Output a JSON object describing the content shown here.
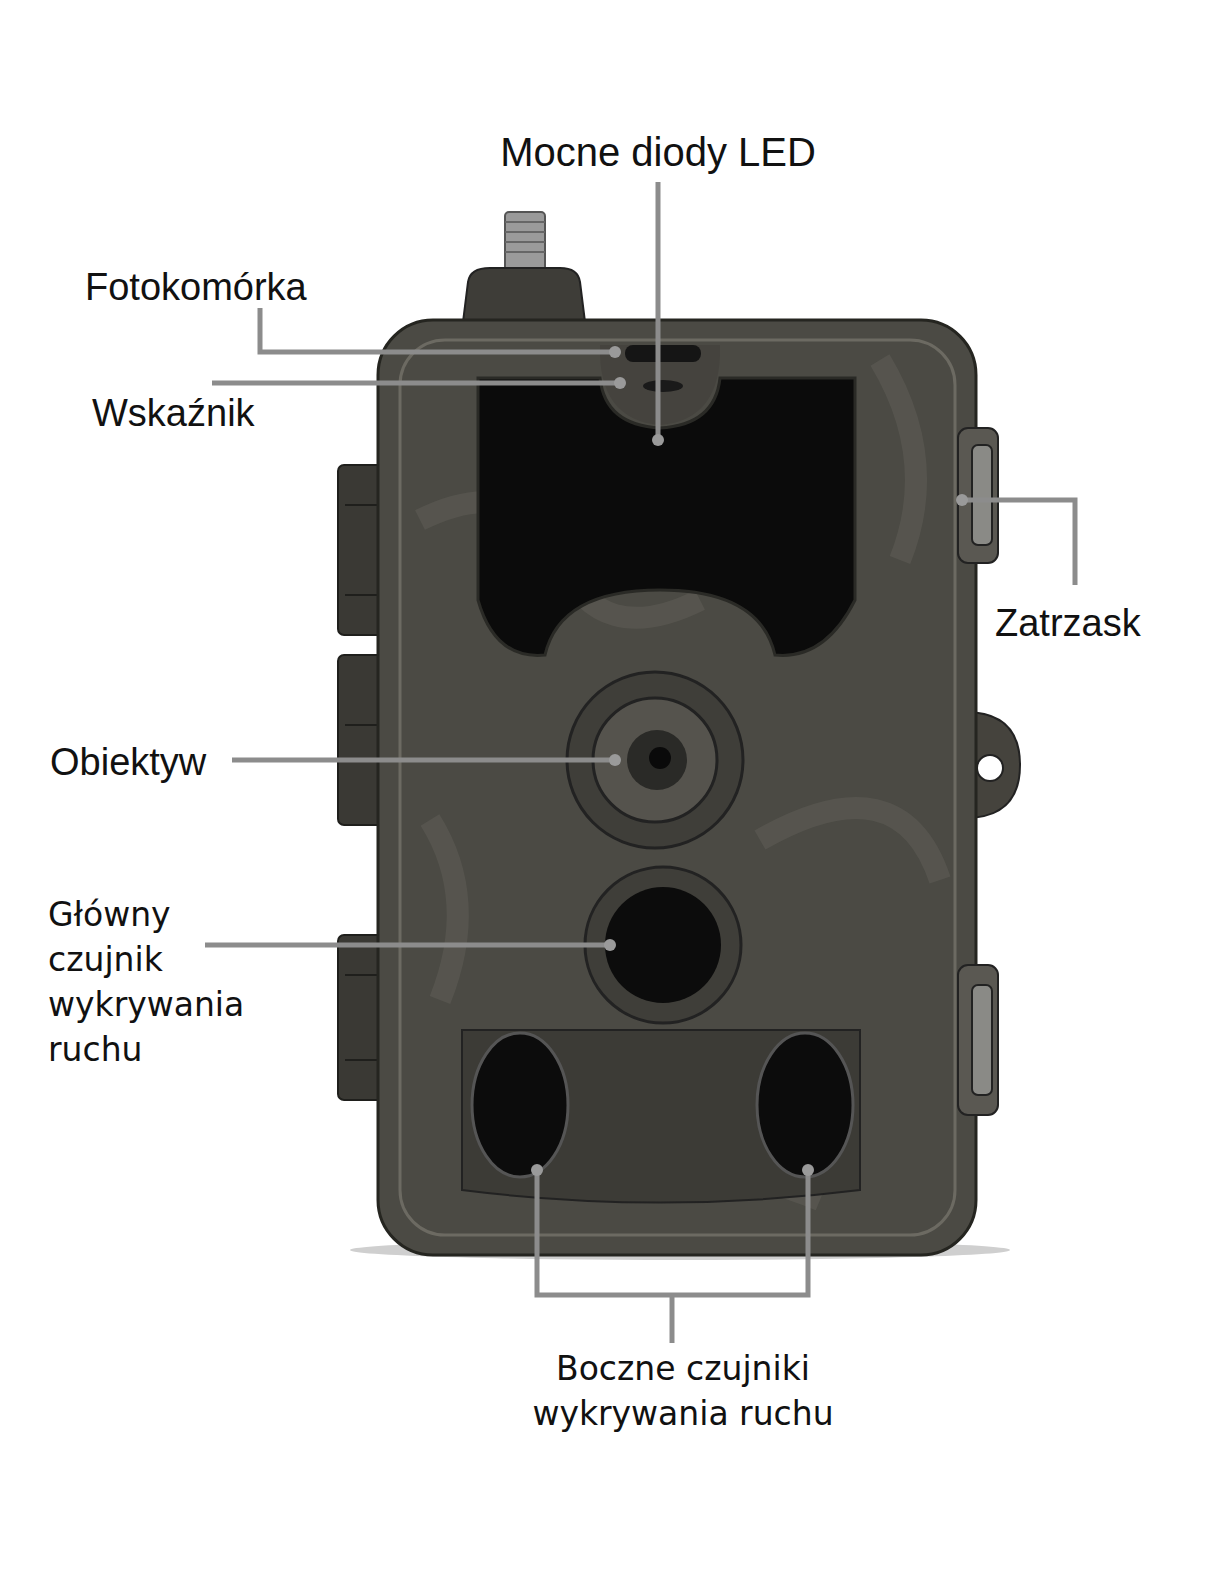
{
  "diagram": {
    "labels": [
      "Mocne diody LED",
      "Fotokomórka",
      "Wskaźnik",
      "Zatrzask",
      "Obiektyw",
      "Główny czujnik wykrywania ruchu",
      "Boczne czujniki wykrywania ruchu"
    ]
  }
}
